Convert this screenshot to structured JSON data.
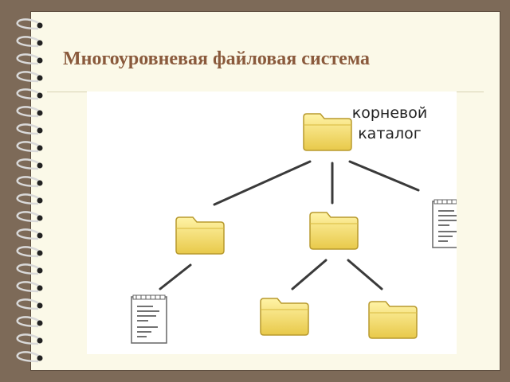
{
  "slide": {
    "title": "Многоуровневая файловая система"
  },
  "diagram": {
    "root_caption_line1": "корневой",
    "root_caption_line2": "каталог",
    "folder_icon": "folder-icon",
    "document_icon": "document-icon",
    "colors": {
      "background": "#7d6a58",
      "slide": "#fbf9e8",
      "title": "#8a5a3c",
      "folder_fill": "#f6e27a",
      "folder_stroke": "#b89a2e",
      "line": "#3a3a3a"
    }
  }
}
